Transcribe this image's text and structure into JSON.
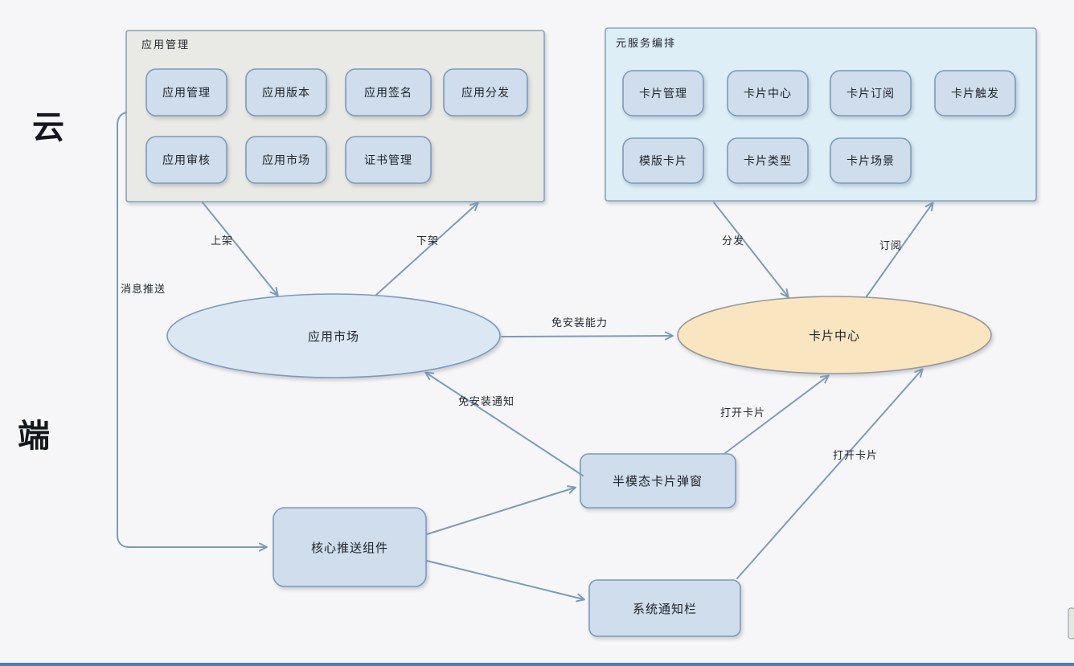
{
  "canvas": {
    "zone_cloud": "云",
    "zone_device": "端"
  },
  "colors": {
    "background": "#f6f6f8",
    "gray_container_fill": "#e9e9e6",
    "blue_container_fill": "#ddeef7",
    "node_fill": "#cfddec",
    "app_market_fill": "#dbe7f3",
    "card_center_fill": "#f9e5c0",
    "container_stroke": "#8ba3bc",
    "node_stroke": "#7e9ab8",
    "card_center_stroke": "#97989a",
    "arrow": "#7e9ab8",
    "bottom_line": "#4c7dbd",
    "text": "#20242c"
  },
  "app_group": {
    "title": "应用管理",
    "items": [
      "应用管理",
      "应用版本",
      "应用签名",
      "应用分发",
      "应用审核",
      "应用市场",
      "证书管理"
    ]
  },
  "card_group": {
    "title": "元服务编排",
    "items": [
      "卡片管理",
      "卡片中心",
      "卡片订阅",
      "卡片触发",
      "模版卡片",
      "卡片类型",
      "卡片场景"
    ]
  },
  "nodes": {
    "app_market": "应用市场",
    "card_center": "卡片中心",
    "core_push": "核心推送组件",
    "semi_modal_popup": "半模态卡片弹窗",
    "system_notify_bar": "系统通知栏"
  },
  "edges": {
    "publish": "上架",
    "unpublish": "下架",
    "distribute": "分发",
    "subscribe": "订阅",
    "install_free_capability": "免安装能力",
    "message_push": "消息推送",
    "install_free_notice": "免安装通知",
    "open_card_popup": "打开卡片",
    "open_card_notifybar": "打开卡片"
  }
}
